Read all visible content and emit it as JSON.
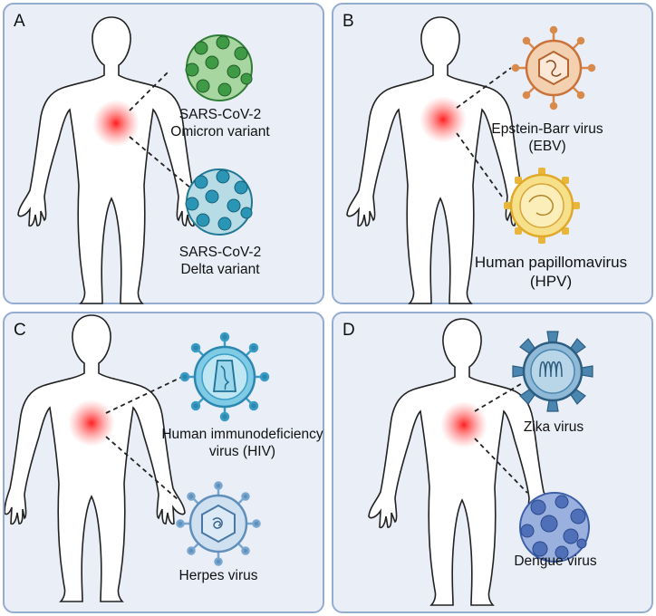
{
  "panels": [
    {
      "letter": "A",
      "virus1": {
        "label": "SARS-CoV-2\nOmicron variant",
        "color": "#3f9a45"
      },
      "virus2": {
        "label": "SARS-CoV-2\nDelta variant",
        "color": "#2a95b5"
      }
    },
    {
      "letter": "B",
      "virus1": {
        "label": "Epstein-Barr virus\n(EBV)",
        "color": "#d98a4a"
      },
      "virus2": {
        "label": "Human papillomavirus\n(HPV)",
        "color": "#f0c850"
      }
    },
    {
      "letter": "C",
      "virus1": {
        "label": "Human immunodeficiency\nvirus (HIV)",
        "color": "#4fb3d8"
      },
      "virus2": {
        "label": "Herpes virus",
        "color": "#7aa7cf"
      }
    },
    {
      "letter": "D",
      "virus1": {
        "label": "Zika virus",
        "color": "#4a86b0"
      },
      "virus2": {
        "label": "Dengue virus",
        "color": "#4f6fb8"
      }
    }
  ],
  "colors": {
    "panel_border": "#95acd1",
    "panel_bg": "#e9eef7",
    "infection_spot": "#ff2a2a"
  }
}
